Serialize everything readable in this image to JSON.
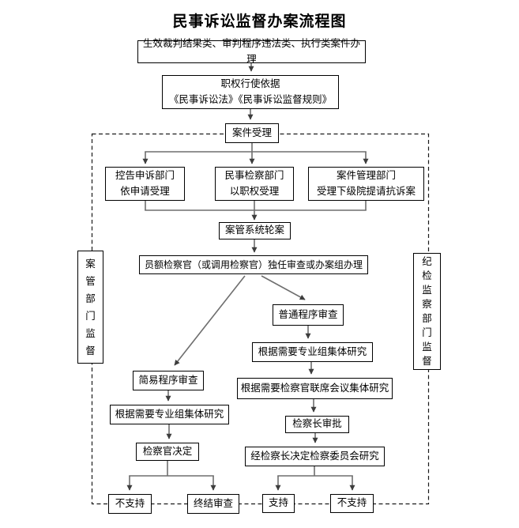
{
  "title": "民事诉讼监督办案流程图",
  "colors": {
    "background": "#ffffff",
    "box_border": "#000000",
    "connector_line": "#6e6e6e",
    "arrow_head": "#3d3d3d",
    "dashed_boundary": "#1a1a1a",
    "text": "#000000"
  },
  "nodes": {
    "case_types": {
      "label": "生效裁判结果类、审判程序违法类、执行类案件办理"
    },
    "legal_basis": {
      "label": "职权行使依据\n《民事诉讼法》《民事诉讼监督规则》"
    },
    "case_acceptance": {
      "label": "案件受理"
    },
    "complaint_dept": {
      "label": "控告申诉部门\n依申请受理"
    },
    "civil_dept": {
      "label": "民事检察部门\n以职权受理"
    },
    "case_mgmt_dept": {
      "label": "案件管理部门\n受理下级院提请抗诉案"
    },
    "system_rotation": {
      "label": "案管系统轮案"
    },
    "prosecutor_handle": {
      "label": "员额检察官（或调用检察官）独任审查或办案组办理"
    },
    "simple_review": {
      "label": "简易程序审查"
    },
    "simple_group": {
      "label": "根据需要专业组集体研究"
    },
    "prosecutor_decision": {
      "label": "检察官决定"
    },
    "not_support_left": {
      "label": "不支持"
    },
    "end_review": {
      "label": "终结审查"
    },
    "ordinary_review": {
      "label": "普通程序审查"
    },
    "ordinary_group": {
      "label": "根据需要专业组集体研究"
    },
    "joint_meeting": {
      "label": "根据需要检察官联席会议集体研究"
    },
    "chief_approval": {
      "label": "检察长审批"
    },
    "committee_research": {
      "label": "经检察长决定检察委员会研究"
    },
    "support": {
      "label": "支持"
    },
    "not_support_right": {
      "label": "不支持"
    },
    "case_mgmt_supervision": {
      "label": "案管部门监督"
    },
    "discipline_supervision": {
      "label": "纪检监察部门监督"
    }
  },
  "edges": [
    {
      "from": "case_types",
      "to": "legal_basis"
    },
    {
      "from": "legal_basis",
      "to": "case_acceptance"
    },
    {
      "from": "case_acceptance",
      "to": "complaint_dept"
    },
    {
      "from": "case_acceptance",
      "to": "civil_dept"
    },
    {
      "from": "case_acceptance",
      "to": "case_mgmt_dept"
    },
    {
      "from": "complaint_dept",
      "to": "system_rotation"
    },
    {
      "from": "civil_dept",
      "to": "system_rotation"
    },
    {
      "from": "case_mgmt_dept",
      "to": "system_rotation"
    },
    {
      "from": "system_rotation",
      "to": "prosecutor_handle"
    },
    {
      "from": "prosecutor_handle",
      "to": "simple_review"
    },
    {
      "from": "prosecutor_handle",
      "to": "ordinary_review"
    },
    {
      "from": "simple_review",
      "to": "simple_group"
    },
    {
      "from": "simple_group",
      "to": "prosecutor_decision"
    },
    {
      "from": "prosecutor_decision",
      "to": "not_support_left"
    },
    {
      "from": "prosecutor_decision",
      "to": "end_review"
    },
    {
      "from": "ordinary_review",
      "to": "ordinary_group"
    },
    {
      "from": "ordinary_group",
      "to": "joint_meeting"
    },
    {
      "from": "joint_meeting",
      "to": "chief_approval"
    },
    {
      "from": "chief_approval",
      "to": "committee_research"
    },
    {
      "from": "committee_research",
      "to": "support"
    },
    {
      "from": "committee_research",
      "to": "not_support_right"
    }
  ]
}
